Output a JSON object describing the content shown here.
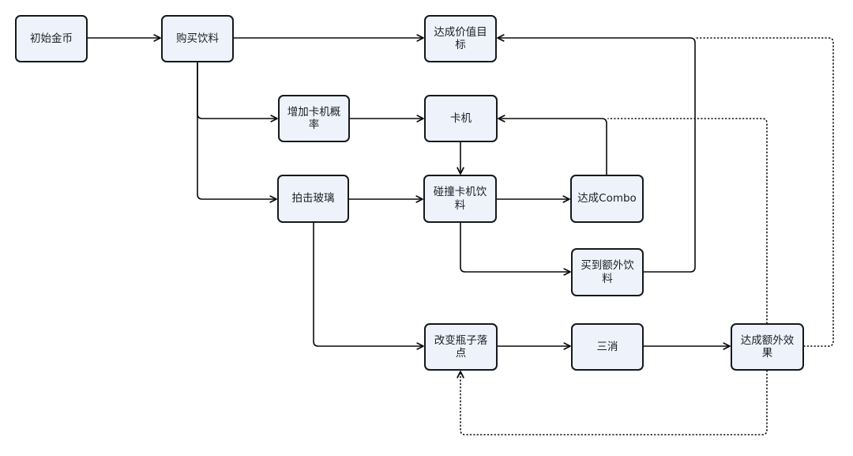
{
  "diagram": {
    "nodes": {
      "initial_coins": {
        "label": "初始金币"
      },
      "buy_drinks": {
        "label": "购买饮料"
      },
      "reach_value_goal": {
        "label": "达成价值目标"
      },
      "increase_jam_chance": {
        "label": "增加卡机概率"
      },
      "jam": {
        "label": "卡机"
      },
      "slap_glass": {
        "label": "拍击玻璃"
      },
      "collide_jammed_drink": {
        "label": "碰撞卡机饮料"
      },
      "achieve_combo": {
        "label": "达成Combo"
      },
      "buy_extra_drinks": {
        "label": "买到额外饮料"
      },
      "change_bottle_landing": {
        "label": "改变瓶子落点"
      },
      "match_three": {
        "label": "三消"
      },
      "achieve_extra_effect": {
        "label": "达成额外效果"
      }
    },
    "edges": [
      {
        "from": "initial_coins",
        "to": "buy_drinks",
        "style": "solid"
      },
      {
        "from": "buy_drinks",
        "to": "reach_value_goal",
        "style": "solid"
      },
      {
        "from": "buy_drinks",
        "to": "increase_jam_chance",
        "style": "solid"
      },
      {
        "from": "buy_drinks",
        "to": "slap_glass",
        "style": "solid"
      },
      {
        "from": "increase_jam_chance",
        "to": "jam",
        "style": "solid"
      },
      {
        "from": "jam",
        "to": "collide_jammed_drink",
        "style": "solid"
      },
      {
        "from": "slap_glass",
        "to": "collide_jammed_drink",
        "style": "solid"
      },
      {
        "from": "collide_jammed_drink",
        "to": "achieve_combo",
        "style": "solid"
      },
      {
        "from": "achieve_combo",
        "to": "jam",
        "style": "solid"
      },
      {
        "from": "collide_jammed_drink",
        "to": "buy_extra_drinks",
        "style": "solid"
      },
      {
        "from": "buy_extra_drinks",
        "to": "reach_value_goal",
        "style": "solid"
      },
      {
        "from": "slap_glass",
        "to": "change_bottle_landing",
        "style": "solid"
      },
      {
        "from": "change_bottle_landing",
        "to": "match_three",
        "style": "solid"
      },
      {
        "from": "match_three",
        "to": "achieve_extra_effect",
        "style": "solid"
      },
      {
        "from": "achieve_extra_effect",
        "to": "reach_value_goal",
        "style": "dotted"
      },
      {
        "from": "achieve_extra_effect",
        "to": "jam",
        "style": "dotted"
      },
      {
        "from": "achieve_extra_effect",
        "to": "change_bottle_landing",
        "style": "dotted"
      }
    ],
    "colors": {
      "background": "#ffffff",
      "node_fill": "#eef2fb",
      "node_border": "#16181d",
      "edge": "#0b0b0b",
      "text": "#1b1f24"
    }
  }
}
